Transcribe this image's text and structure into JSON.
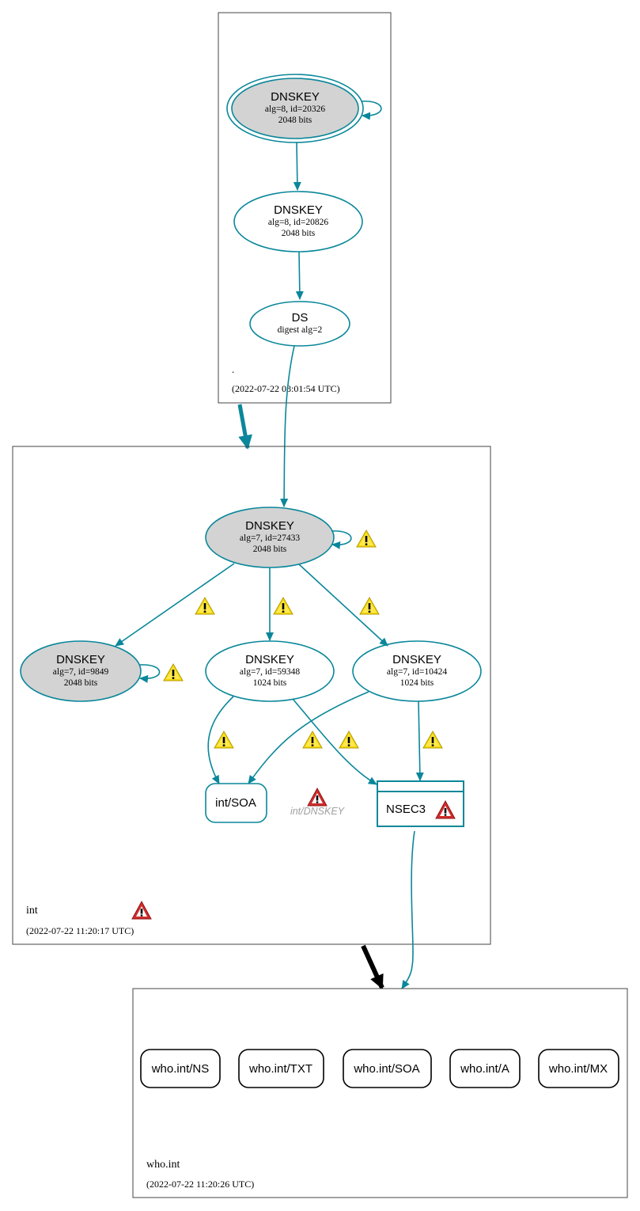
{
  "zones": {
    "root": {
      "name": ".",
      "timestamp": "(2022-07-22 08:01:54 UTC)"
    },
    "int": {
      "name": "int",
      "timestamp": "(2022-07-22 11:20:17 UTC)"
    },
    "who": {
      "name": "who.int",
      "timestamp": "(2022-07-22 11:20:26 UTC)"
    }
  },
  "root_nodes": {
    "ksk": {
      "title": "DNSKEY",
      "line1": "alg=8, id=20326",
      "line2": "2048 bits"
    },
    "zsk": {
      "title": "DNSKEY",
      "line1": "alg=8, id=20826",
      "line2": "2048 bits"
    },
    "ds": {
      "title": "DS",
      "line1": "digest alg=2"
    }
  },
  "int_nodes": {
    "ksk": {
      "title": "DNSKEY",
      "line1": "alg=7, id=27433",
      "line2": "2048 bits"
    },
    "k9849": {
      "title": "DNSKEY",
      "line1": "alg=7, id=9849",
      "line2": "2048 bits"
    },
    "k59348": {
      "title": "DNSKEY",
      "line1": "alg=7, id=59348",
      "line2": "1024 bits"
    },
    "k10424": {
      "title": "DNSKEY",
      "line1": "alg=7, id=10424",
      "line2": "1024 bits"
    },
    "soa": {
      "label": "int/SOA"
    },
    "nsec3": {
      "label": "NSEC3"
    },
    "dnskey_rrset": {
      "label": "int/DNSKEY"
    }
  },
  "who_nodes": [
    "who.int/NS",
    "who.int/TXT",
    "who.int/SOA",
    "who.int/A",
    "who.int/MX"
  ],
  "colors": {
    "edge": "#0a879a",
    "node_stroke": "#0a879a",
    "ksk_fill": "#d3d3d3",
    "zone_border": "#444444",
    "warning_fill": "#f5d90a",
    "error_fill": "#d22b2b",
    "muted_text": "#a0a0a0",
    "delegation_black": "#000000"
  }
}
